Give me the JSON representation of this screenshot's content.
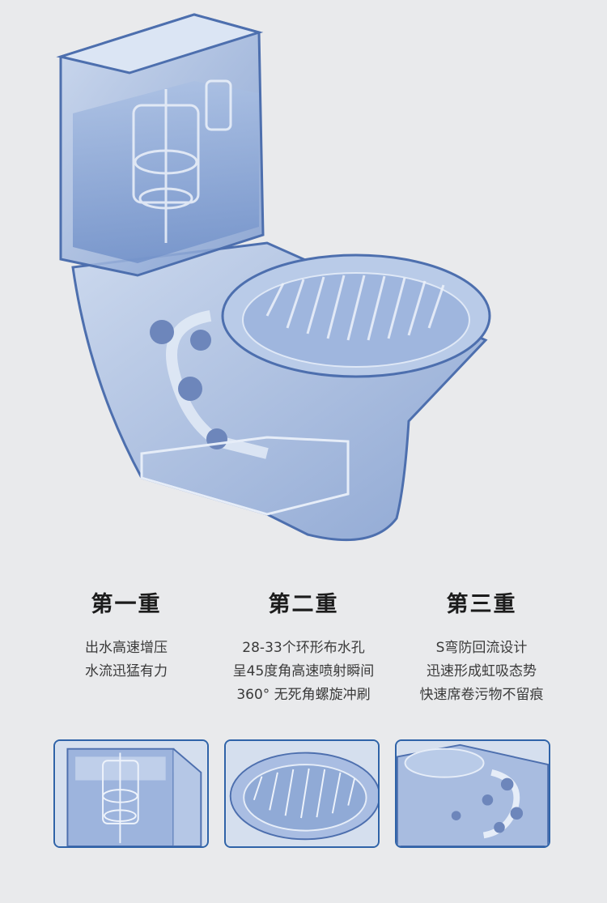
{
  "product": {
    "image_subject": "transparent-one-piece-toilet",
    "accent_color": "#2f63a8",
    "glass_color": "#8fa9d6"
  },
  "features": [
    {
      "title": "第一重",
      "lines": [
        "出水高速增压",
        "水流迅猛有力"
      ],
      "thumbnail_subject": "tank-flush-valve"
    },
    {
      "title": "第二重",
      "lines": [
        "28-33个环形布水孔",
        "呈45度角高速喷射瞬间",
        "360° 无死角螺旋冲刷"
      ],
      "thumbnail_subject": "bowl-rim-jets"
    },
    {
      "title": "第三重",
      "lines": [
        "S弯防回流设计",
        "迅速形成虹吸态势",
        "快速席卷污物不留痕"
      ],
      "thumbnail_subject": "s-trap-siphon"
    }
  ]
}
